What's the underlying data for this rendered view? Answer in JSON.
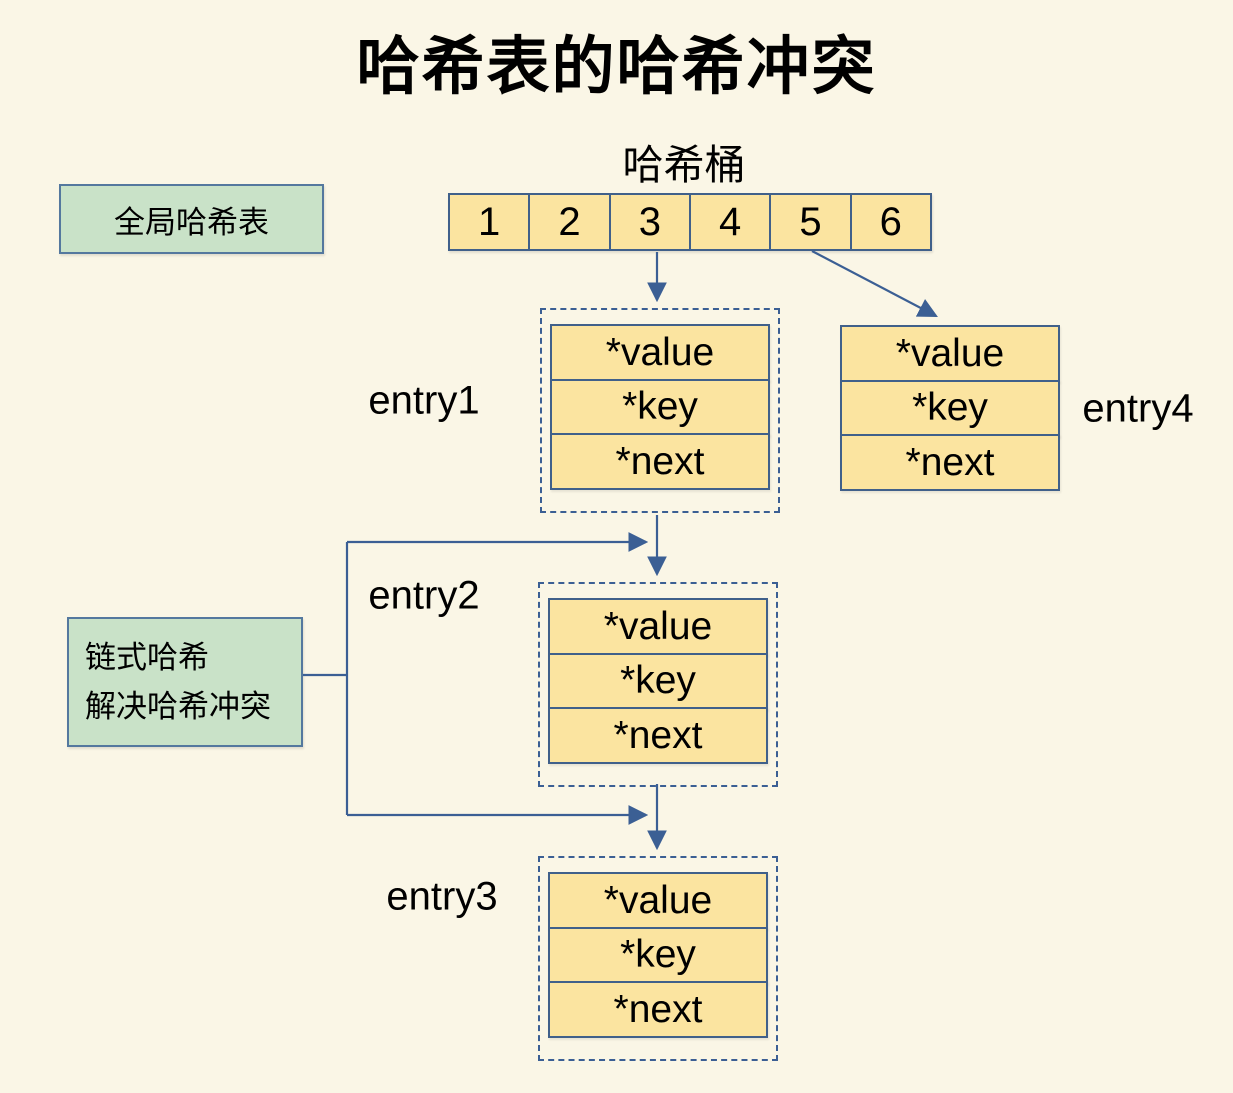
{
  "title": "哈希表的哈希冲突",
  "bucket": {
    "label": "哈希桶",
    "cells": [
      "1",
      "2",
      "3",
      "4",
      "5",
      "6"
    ]
  },
  "annotations": {
    "global_hash_table": "全局哈希表",
    "chained_hash_line1": "链式哈希",
    "chained_hash_line2": "解决哈希冲突"
  },
  "entries": [
    {
      "label": "entry1",
      "fields": [
        "*value",
        "*key",
        "*next"
      ]
    },
    {
      "label": "entry2",
      "fields": [
        "*value",
        "*key",
        "*next"
      ]
    },
    {
      "label": "entry3",
      "fields": [
        "*value",
        "*key",
        "*next"
      ]
    },
    {
      "label": "entry4",
      "fields": [
        "*value",
        "*key",
        "*next"
      ]
    }
  ],
  "colors": {
    "background": "#FAF6E6",
    "cell_fill": "#FBE4A0",
    "cell_border": "#40608A",
    "green_fill": "#C9E2C8",
    "green_border": "#54789E",
    "arrow": "#3B5F94",
    "text": "#000000"
  }
}
